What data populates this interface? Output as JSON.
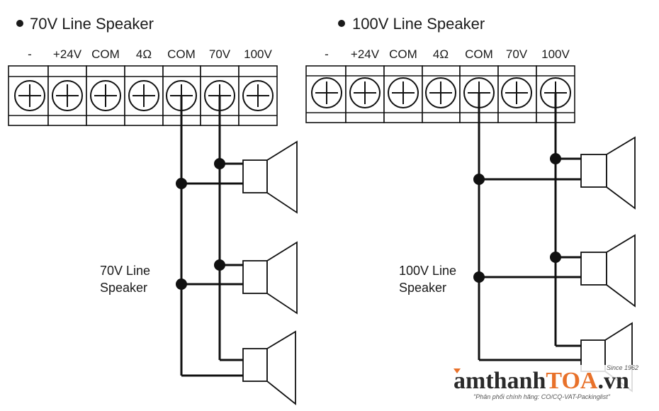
{
  "panels": [
    {
      "title": "70V Line Speaker",
      "terminals": [
        "-",
        "+24V",
        "COM",
        "4Ω",
        "COM",
        "70V",
        "100V"
      ],
      "side_label": [
        "70V Line",
        "Speaker"
      ]
    },
    {
      "title": "100V Line Speaker",
      "terminals": [
        "-",
        "+24V",
        "COM",
        "4Ω",
        "COM",
        "70V",
        "100V"
      ],
      "side_label": [
        "100V Line",
        "Speaker"
      ]
    }
  ],
  "watermark": {
    "brand_a": "amthanh",
    "brand_b": "TOA",
    "brand_c": ".vn",
    "since": "Since 1962",
    "tagline": "\"Phân phối chính hãng: CO/CQ-VAT-Packinglist\""
  },
  "colors": {
    "line": "#111111",
    "brand_accent": "#e8712a"
  }
}
